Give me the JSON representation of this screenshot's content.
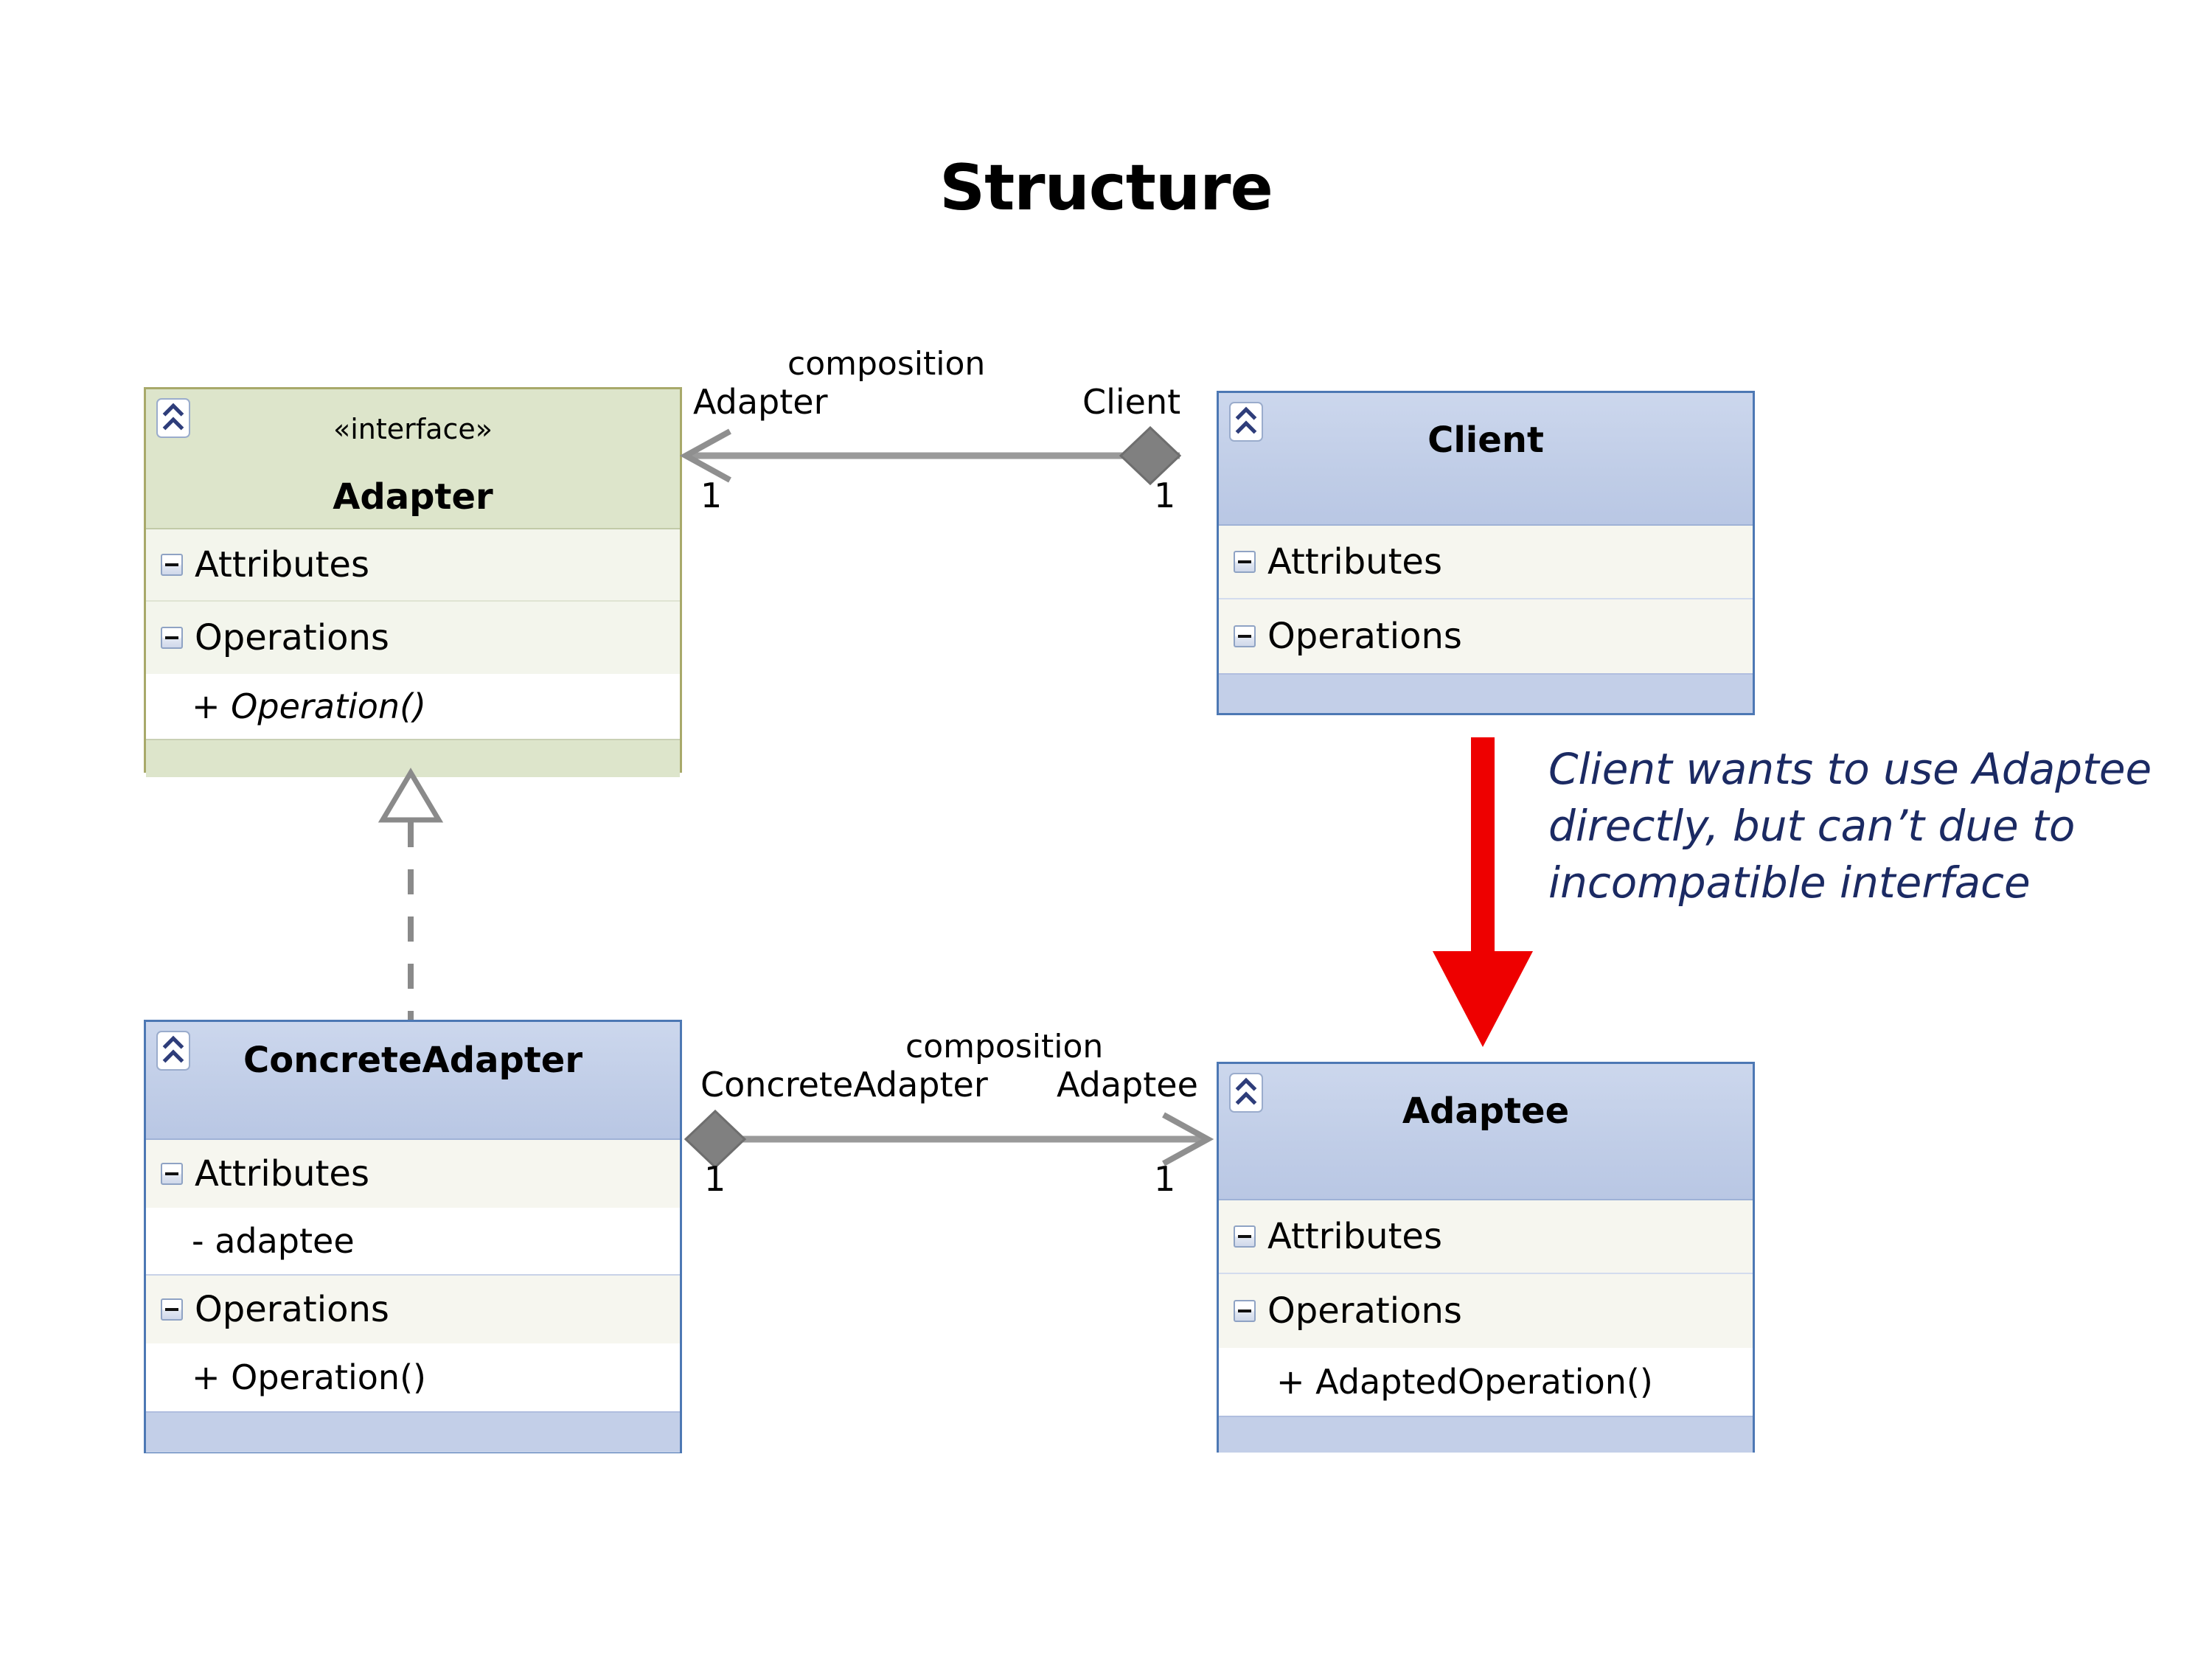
{
  "title": "Structure",
  "diagram": {
    "type": "uml-class-diagram",
    "classes": [
      {
        "id": "adapter",
        "name": "Adapter",
        "stereotype": "«interface»",
        "kind": "interface",
        "color": "#dde5cb",
        "border_color": "#a8a96a",
        "icon": "class-chevron-icon",
        "compartments": [
          {
            "label": "Attributes",
            "members": []
          },
          {
            "label": "Operations",
            "members": [
              "+ Operation()"
            ]
          }
        ]
      },
      {
        "id": "client",
        "name": "Client",
        "stereotype": "",
        "kind": "class",
        "color": "#c3cfe8",
        "border_color": "#4d78b4",
        "icon": "class-chevron-icon",
        "compartments": [
          {
            "label": "Attributes",
            "members": []
          },
          {
            "label": "Operations",
            "members": []
          }
        ]
      },
      {
        "id": "concreteadapter",
        "name": "ConcreteAdapter",
        "stereotype": "",
        "kind": "class",
        "color": "#c3cfe8",
        "border_color": "#4d78b4",
        "icon": "class-chevron-icon",
        "compartments": [
          {
            "label": "Attributes",
            "members": [
              "- adaptee"
            ]
          },
          {
            "label": "Operations",
            "members": [
              "+ Operation()"
            ]
          }
        ]
      },
      {
        "id": "adaptee",
        "name": "Adaptee",
        "stereotype": "",
        "kind": "class",
        "color": "#c3cfe8",
        "border_color": "#4d78b4",
        "icon": "class-chevron-icon",
        "compartments": [
          {
            "label": "Attributes",
            "members": []
          },
          {
            "label": "Operations",
            "members": [
              "+ AdaptedOperation()"
            ]
          }
        ]
      }
    ],
    "relationships": [
      {
        "id": "client-adapter",
        "type": "composition",
        "label": "composition",
        "source_role": "Client",
        "source_multiplicity": "1",
        "target_role": "Adapter",
        "target_multiplicity": "1",
        "line_color": "#9a9a9a"
      },
      {
        "id": "concreteadapter-adaptee",
        "type": "composition",
        "label": "composition",
        "source_role": "ConcreteAdapter",
        "source_multiplicity": "1",
        "target_role": "Adaptee",
        "target_multiplicity": "1",
        "line_color": "#9a9a9a"
      },
      {
        "id": "concreteadapter-realizes-adapter",
        "type": "realization",
        "label": "",
        "line_color": "#888888"
      }
    ],
    "annotation": {
      "text": "Client wants to use Adaptee directly, but can’t due to incompatible interface",
      "color": "#1b2a63",
      "arrow": {
        "direction": "down",
        "color": "#ee0000"
      }
    }
  }
}
